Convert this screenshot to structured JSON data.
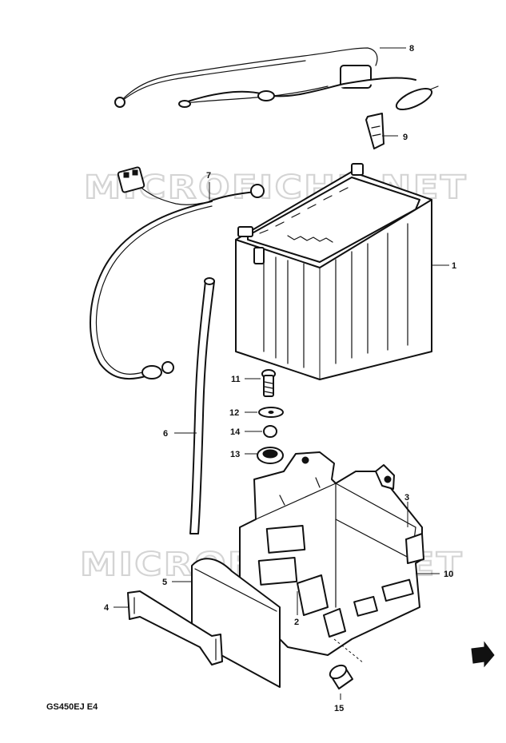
{
  "watermark": "MICROFICHE.NET",
  "diagram_code": "GS450EJ E4",
  "callouts": [
    {
      "id": "1",
      "part": "battery"
    },
    {
      "id": "2",
      "part": "holder-pad"
    },
    {
      "id": "3",
      "part": "battery-holder"
    },
    {
      "id": "4",
      "part": "holder-band"
    },
    {
      "id": "5",
      "part": "battery-cover"
    },
    {
      "id": "6",
      "part": "breather-tube"
    },
    {
      "id": "7",
      "part": "starter-motor-lead"
    },
    {
      "id": "8",
      "part": "battery-lead-wire"
    },
    {
      "id": "9",
      "part": "fuse-holder-clamp"
    },
    {
      "id": "10",
      "part": "holder-cushion"
    },
    {
      "id": "11",
      "part": "bolt"
    },
    {
      "id": "12",
      "part": "washer"
    },
    {
      "id": "13",
      "part": "cushion"
    },
    {
      "id": "14",
      "part": "spacer"
    },
    {
      "id": "15",
      "part": "cap"
    }
  ]
}
